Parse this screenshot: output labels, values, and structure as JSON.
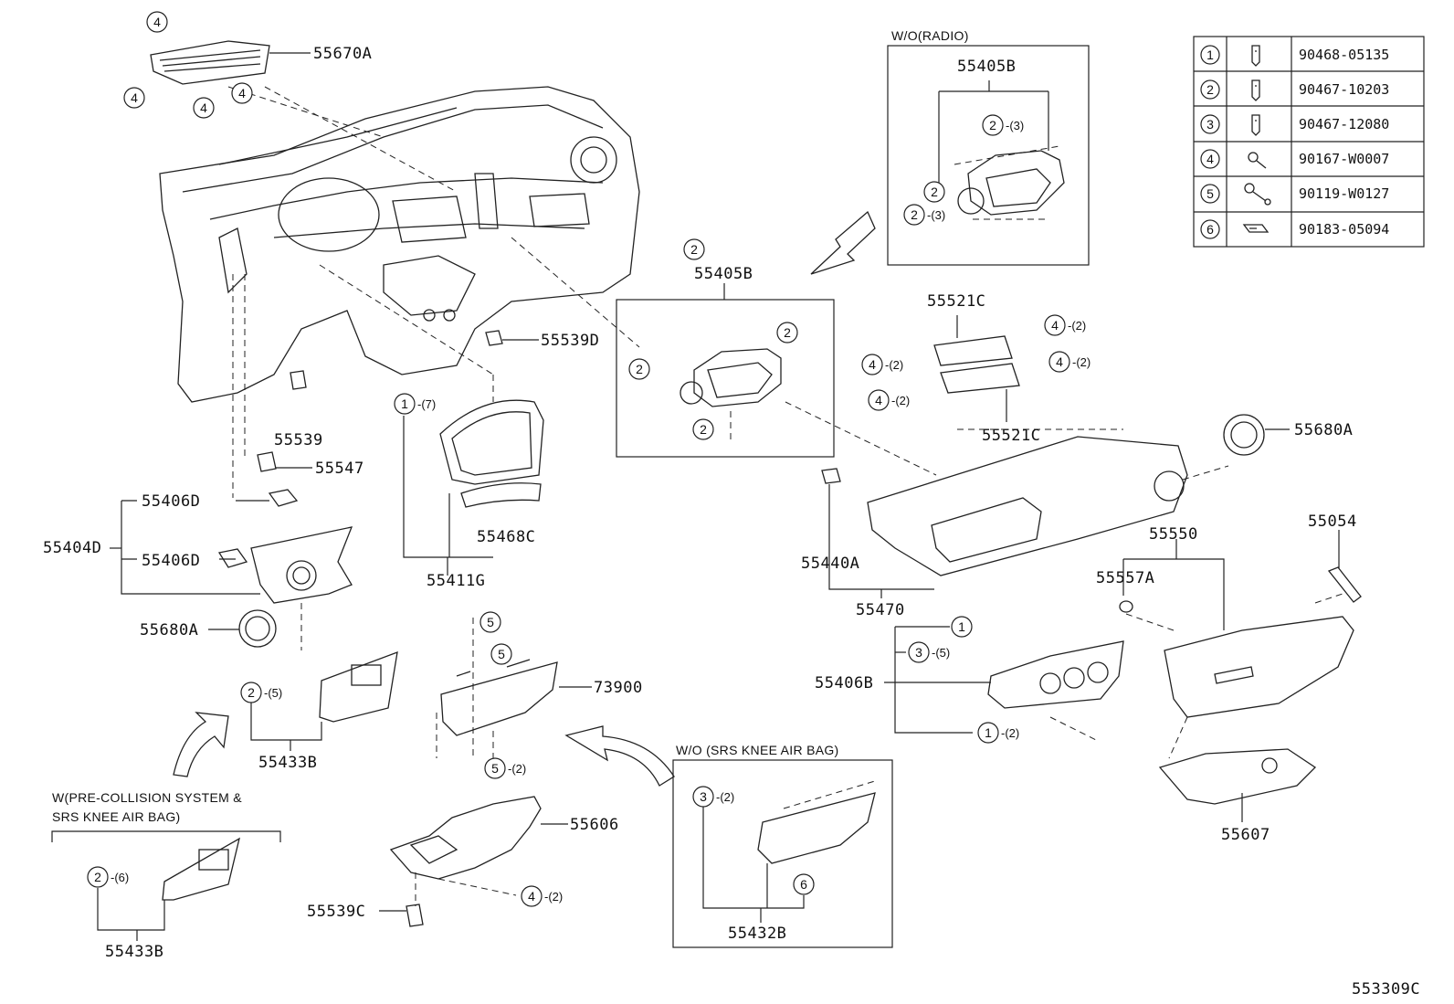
{
  "diagram_id": "553309C",
  "legend": [
    {
      "num": "1",
      "part": "90468-05135",
      "icon": "clip-icon"
    },
    {
      "num": "2",
      "part": "90467-10203",
      "icon": "clip-icon"
    },
    {
      "num": "3",
      "part": "90467-12080",
      "icon": "clip-icon"
    },
    {
      "num": "4",
      "part": "90167-W0007",
      "icon": "screw-icon"
    },
    {
      "num": "5",
      "part": "90119-W0127",
      "icon": "bolt-icon"
    },
    {
      "num": "6",
      "part": "90183-05094",
      "icon": "nut-icon"
    }
  ],
  "boxes": {
    "wo_radio": "W/O(RADIO)",
    "wo_srs": "W/O (SRS KNEE AIR BAG)",
    "w_pre_line1": "W(PRE-COLLISION SYSTEM &",
    "w_pre_line2": "SRS KNEE AIR BAG)"
  },
  "labels": {
    "p55670A": "55670A",
    "p55539D": "55539D",
    "p55539": "55539",
    "p55547": "55547",
    "p55406D_a": "55406D",
    "p55406D_b": "55406D",
    "p55404D": "55404D",
    "p55680A_l": "55680A",
    "p55411G": "55411G",
    "p55468C": "55468C",
    "p55433B_a": "55433B",
    "p55433B_b": "55433B",
    "p73900": "73900",
    "p55606": "55606",
    "p55539C": "55539C",
    "p55432B": "55432B",
    "p55405B_a": "55405B",
    "p55405B_b": "55405B",
    "p55521C_a": "55521C",
    "p55521C_b": "55521C",
    "p55680A_r": "55680A",
    "p55440A": "55440A",
    "p55470": "55470",
    "p55550": "55550",
    "p55054": "55054",
    "p55557A": "55557A",
    "p55406B": "55406B",
    "p55607": "55607"
  },
  "callouts": [
    {
      "n": "4",
      "q": ""
    },
    {
      "n": "4",
      "q": ""
    },
    {
      "n": "4",
      "q": ""
    },
    {
      "n": "4",
      "q": ""
    },
    {
      "n": "1",
      "q": "(7)"
    },
    {
      "n": "2",
      "q": "(5)"
    },
    {
      "n": "5",
      "q": ""
    },
    {
      "n": "5",
      "q": ""
    },
    {
      "n": "5",
      "q": "(2)"
    },
    {
      "n": "4",
      "q": "(2)"
    },
    {
      "n": "2",
      "q": "(6)"
    },
    {
      "n": "3",
      "q": "(2)"
    },
    {
      "n": "6",
      "q": ""
    },
    {
      "n": "2",
      "q": ""
    },
    {
      "n": "2",
      "q": ""
    },
    {
      "n": "2",
      "q": ""
    },
    {
      "n": "2",
      "q": ""
    },
    {
      "n": "2",
      "q": "(3)"
    },
    {
      "n": "2",
      "q": ""
    },
    {
      "n": "2",
      "q": "(3)"
    },
    {
      "n": "4",
      "q": "(2)"
    },
    {
      "n": "4",
      "q": "(2)"
    },
    {
      "n": "4",
      "q": "(2)"
    },
    {
      "n": "4",
      "q": "(2)"
    },
    {
      "n": "1",
      "q": ""
    },
    {
      "n": "3",
      "q": "(5)"
    },
    {
      "n": "1",
      "q": "(2)"
    }
  ]
}
